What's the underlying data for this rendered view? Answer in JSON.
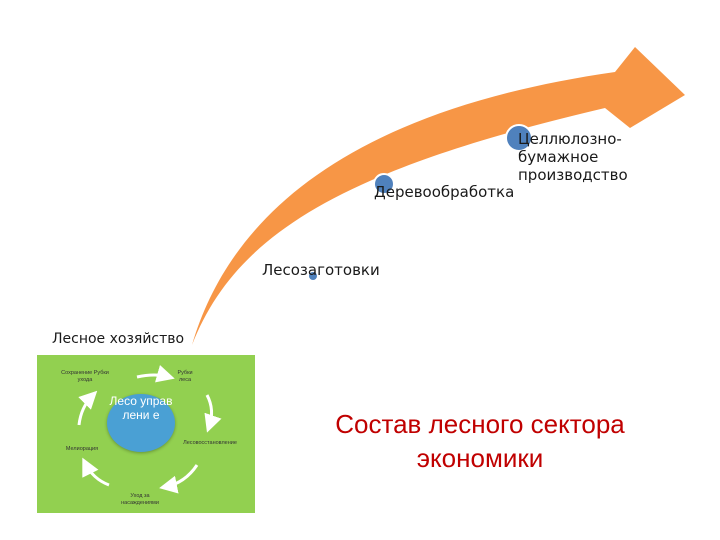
{
  "stages": {
    "pulp": "Целлюлозно-бумажное производство",
    "woodworking": "Деревообработка",
    "logging": "Лесозаготовки",
    "forestry": "Лесное хозяйство"
  },
  "cycle": {
    "center": "Лесо управ лени е",
    "items": {
      "top_left": "Сохранение Рубки ухода",
      "top_right": "Рубки леса",
      "right": "Лесовосстановление",
      "bottom": "Уход за насаждениями",
      "left": "Мелиорация"
    }
  },
  "title": "Состав лесного сектора экономики",
  "colors": {
    "arrow": "#f79646",
    "node": "#4f81bd",
    "panel": "#92d050",
    "title": "#c00000"
  }
}
